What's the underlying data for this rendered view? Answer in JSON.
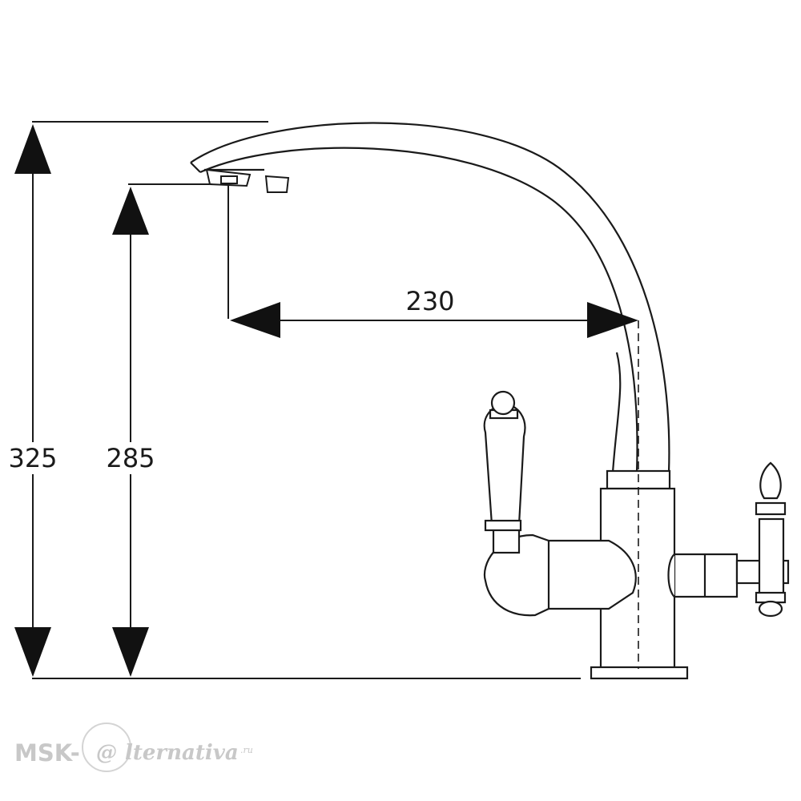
{
  "dimensions": {
    "total_height": "325",
    "spout_height": "285",
    "spout_reach": "230"
  },
  "watermark": {
    "prefix": "MSK-",
    "at_symbol": "@",
    "suffix": "lternativa",
    "tld": ".ru"
  },
  "colors": {
    "line": "#1a1a1a",
    "watermark": "#c8c8c8",
    "background": "#ffffff"
  }
}
